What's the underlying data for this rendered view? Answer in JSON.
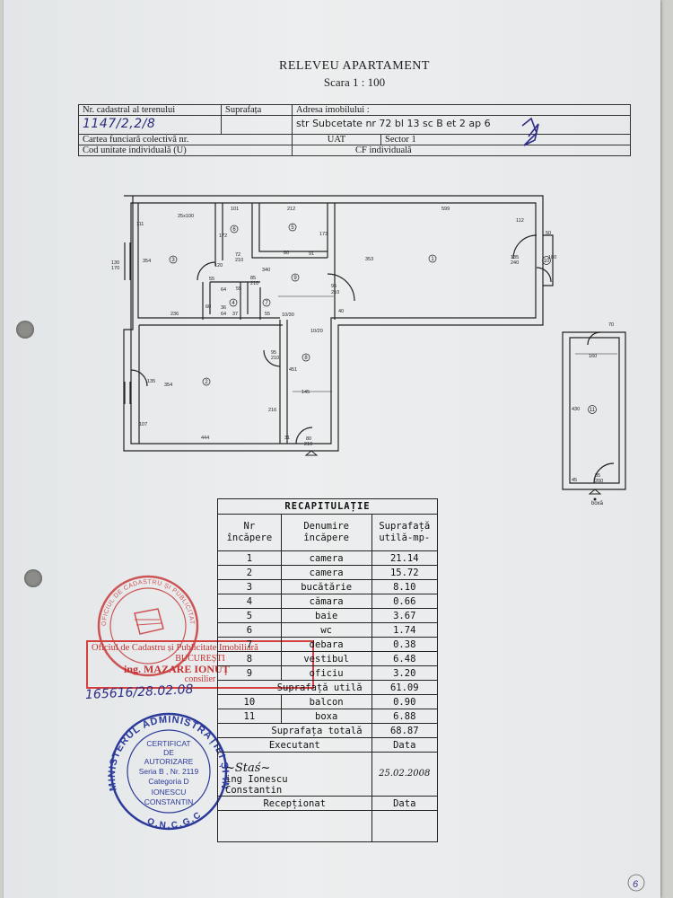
{
  "document": {
    "title": "RELEVEU APARTAMENT",
    "scale": "Scara 1  :  100",
    "page_marker": "6"
  },
  "header_table": {
    "cadastral_label": "Nr. cadastral al terenului",
    "cadastral_value": "1147/2,2/8",
    "area_label": "Suprafața",
    "address_label": "Adresa imobilului :",
    "address_value": "str Subcetate nr 72  bl 13 sc B et 2 ap 6",
    "carte_label": "Cartea funciară colectivă nr.",
    "uat_label": "UAT",
    "sector_label": "Sector 1",
    "cod_label": "Cod unitate individuală (U)",
    "cf_label": "CF individuală"
  },
  "plan_labels": {
    "dims": [
      "25x100",
      "101",
      "212",
      "599",
      "111",
      "172",
      "354",
      "91",
      "80",
      "173",
      "112",
      "130",
      "170",
      "120",
      "340",
      "72",
      "210",
      "353",
      "135",
      "240",
      "180",
      "50",
      "70",
      "55",
      "55",
      "95",
      "210",
      "85",
      "210",
      "64",
      "37",
      "36",
      "60",
      "64",
      "55",
      "236",
      "10/30",
      "40",
      "10/20",
      "95",
      "210",
      "160",
      "451",
      "354",
      "135",
      "145",
      "216",
      "107",
      "31",
      "444",
      "80",
      "210",
      "430",
      "45",
      "85",
      "200"
    ],
    "room_numbers": [
      "1",
      "2",
      "3",
      "4",
      "5",
      "6",
      "7",
      "8",
      "9",
      "10",
      "11"
    ],
    "box_label": "boxă"
  },
  "recap": {
    "title": "RECAPITULAȚIE",
    "headers": [
      "Nr\nîncăpere",
      "Denumire\nîncăpere",
      "Suprafață\nutilă-mp-"
    ],
    "rooms": [
      {
        "nr": "1",
        "name": "camera",
        "area": "21.14"
      },
      {
        "nr": "2",
        "name": "camera",
        "area": "15.72"
      },
      {
        "nr": "3",
        "name": "bucătărie",
        "area": "8.10"
      },
      {
        "nr": "4",
        "name": "cămara",
        "area": "0.66"
      },
      {
        "nr": "5",
        "name": "baie",
        "area": "3.67"
      },
      {
        "nr": "6",
        "name": "wc",
        "area": "1.74"
      },
      {
        "nr": "7",
        "name": "debara",
        "area": "0.38"
      },
      {
        "nr": "8",
        "name": "vestibul",
        "area": "6.48"
      },
      {
        "nr": "9",
        "name": "oficiu",
        "area": "3.20"
      }
    ],
    "useful_label": "Suprafață utilă",
    "useful_value": "61.09",
    "extra": [
      {
        "nr": "10",
        "name": "balcon",
        "area": "0.90"
      },
      {
        "nr": "11",
        "name": "boxa",
        "area": "6.88"
      }
    ],
    "total_label": "Suprafața totală",
    "total_value": "68.87",
    "executant_label": "Executant",
    "data_label": "Data",
    "executant_name": "ing Ionescu\nConstantin",
    "executant_date": "25.02.2008",
    "receptionat_label": "Recepționat",
    "receptionat_data_label": "Data"
  },
  "stamps": {
    "ocpi_line1": "Oficiul de Cadastru și Publicitate Imobiliară",
    "ocpi_line2": "BUCUREȘTI",
    "ocpi_line3": "ing. MAZARE IONUȚ",
    "ocpi_line4": "consilier",
    "registration": "165616/28.02.08",
    "blue_outer": "MINISTERUL ADMINISTRAȚIEI ȘI INTERNELOR",
    "blue_bottom": "O.N.C.G.C",
    "blue_center": [
      "CERTIFICAT",
      "DE",
      "AUTORIZARE",
      "Seria B , Nr. 2119",
      "Categoria D",
      "IONESCU",
      "CONSTANTIN"
    ],
    "round_red_text": "OFICIUL DE CADASTRU ȘI PUBLICITATE IMOBILIARĂ BUCUREȘTI"
  },
  "colors": {
    "ink": "#1a1a1a",
    "red_stamp": "#c93a3a",
    "blue_stamp": "#2c3a9a",
    "handwriting": "#2e2e86",
    "paper": "#e9ebed"
  }
}
